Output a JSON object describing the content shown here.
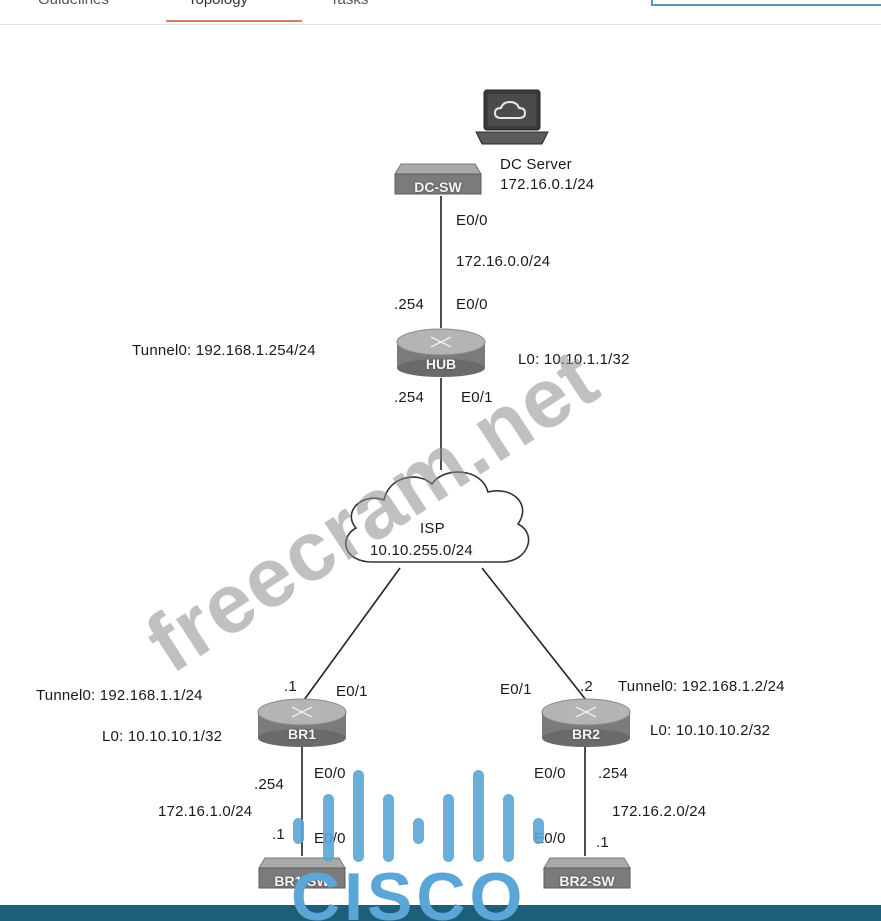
{
  "tabs": [
    {
      "label": "Guidelines"
    },
    {
      "label": "Topology"
    },
    {
      "label": "Tasks"
    }
  ],
  "colors": {
    "tab_active_underline": "#d77e6b",
    "bottom_bar": "#1d5f78",
    "cisco_logo": "#5aa6d6",
    "device_gray": "#7b7b7b"
  },
  "devices": {
    "dc_server": {
      "icon": "cloud-laptop-icon",
      "name": "DC Server",
      "ip": "172.16.0.1/24"
    },
    "dc_sw": {
      "icon": "switch-icon",
      "name": "DC-SW"
    },
    "hub": {
      "icon": "router-icon",
      "name": "HUB",
      "tunnel": "Tunnel0: 192.168.1.254/24",
      "loopback": "L0: 10.10.1.1/32"
    },
    "isp": {
      "icon": "cloud-icon",
      "name": "ISP",
      "network": "10.10.255.0/24"
    },
    "br1": {
      "icon": "router-icon",
      "name": "BR1",
      "tunnel": "Tunnel0: 192.168.1.1/24",
      "loopback": "L0: 10.10.10.1/32"
    },
    "br2": {
      "icon": "router-icon",
      "name": "BR2",
      "tunnel": "Tunnel0: 192.168.1.2/24",
      "loopback": "L0: 10.10.10.2/32"
    },
    "br1_sw": {
      "icon": "switch-icon",
      "name": "BR1-SW"
    },
    "br2_sw": {
      "icon": "switch-icon",
      "name": "BR2-SW"
    }
  },
  "links": {
    "dcsw_hub": {
      "sw_if": "E0/0",
      "network": "172.16.0.0/24",
      "host": ".254",
      "hub_if": "E0/0"
    },
    "hub_isp": {
      "host": ".254",
      "if": "E0/1"
    },
    "br1_isp": {
      "host": ".1",
      "if": "E0/1"
    },
    "br2_isp": {
      "host": ".2",
      "if": "E0/1"
    },
    "br1_sw": {
      "router_host": ".254",
      "router_if": "E0/0",
      "network": "172.16.1.0/24",
      "sw_host": ".1",
      "sw_if": "E0/0"
    },
    "br2_sw": {
      "router_host": ".254",
      "router_if": "E0/0",
      "network": "172.16.2.0/24",
      "sw_host": ".1",
      "sw_if": "E0/0"
    }
  },
  "watermark": "freecram.net",
  "logo": "CISCO"
}
